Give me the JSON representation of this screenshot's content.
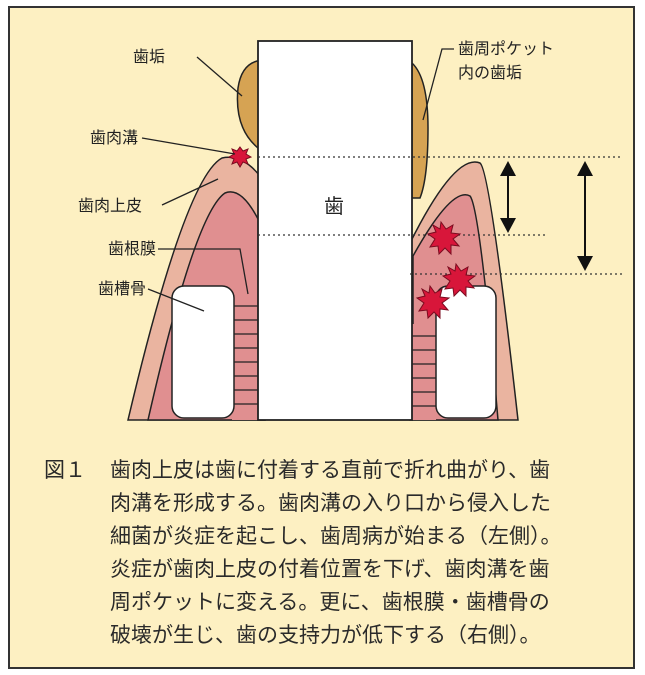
{
  "labels": {
    "plaque": "歯垢",
    "pocket_plaque_1": "歯周ポケット",
    "pocket_plaque_2": "内の歯垢",
    "gingival_sulcus": "歯肉溝",
    "gingival_epithelium": "歯肉上皮",
    "periodontal_ligament": "歯根膜",
    "alveolar_bone": "歯槽骨",
    "tooth": "歯"
  },
  "caption": {
    "number": "図１",
    "lines": [
      "歯肉上皮は歯に付着する直前で折れ曲がり、歯",
      "肉溝を形成する。歯肉溝の入り口から侵入した",
      "細菌が炎症を起こし、歯周病が始まる（左側）。",
      "炎症が歯肉上皮の付着位置を下げ、歯肉溝を歯",
      "周ポケットに変える。更に、歯根膜・歯槽骨の",
      "破壊が生じ、歯の支持力が低下する（右側）。"
    ]
  },
  "colors": {
    "background": "#fdf0c2",
    "gum_outer": "#eab4a0",
    "gum_inner": "#e08f90",
    "plaque": "#d6a353",
    "bacteria": "#d8163a",
    "bone": "#ffffff"
  }
}
